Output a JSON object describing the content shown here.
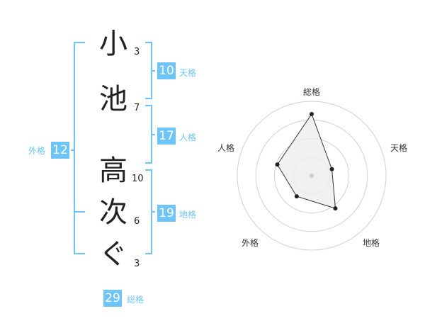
{
  "name": {
    "characters": [
      {
        "char": "小",
        "strokes": "3"
      },
      {
        "char": "池",
        "strokes": "7"
      },
      {
        "char": "高",
        "strokes": "10"
      },
      {
        "char": "次",
        "strokes": "6"
      },
      {
        "char": "ぐ",
        "strokes": "3"
      }
    ]
  },
  "kakusu": {
    "tenkaku": {
      "value": "10",
      "label": "天格"
    },
    "jinkaku": {
      "value": "17",
      "label": "人格"
    },
    "chikaku": {
      "value": "19",
      "label": "地格"
    },
    "gaikaku": {
      "value": "12",
      "label": "外格"
    },
    "soukaku": {
      "value": "29",
      "label": "総格"
    }
  },
  "chart_data": {
    "type": "radar",
    "axes": [
      "総格",
      "天格",
      "地格",
      "外格",
      "人格"
    ],
    "values": [
      29,
      10,
      19,
      12,
      17
    ],
    "range": [
      0,
      35
    ],
    "rings": 4,
    "grid": true
  },
  "colors": {
    "accent": "#6ec3f7",
    "ring": "#d0d0d0",
    "fill": "#eeeeee",
    "line": "#333333"
  }
}
